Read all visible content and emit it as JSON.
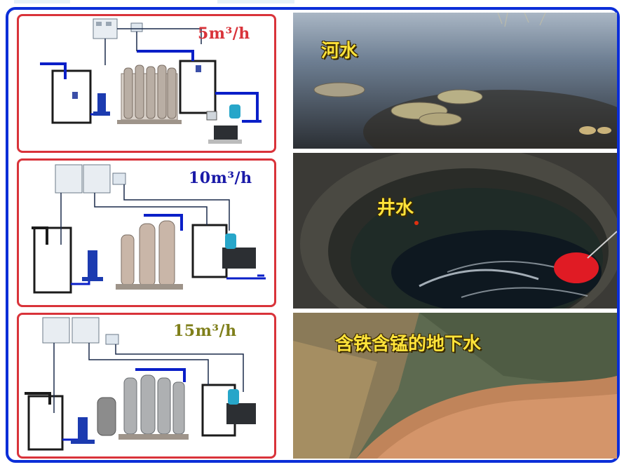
{
  "systems": [
    {
      "capacity": "5m³/h",
      "color": "#d9333a"
    },
    {
      "capacity": "10m³/h",
      "color": "#1a1aa8"
    },
    {
      "capacity": "15m³/h",
      "color": "#7f7f1a"
    }
  ],
  "sources": [
    {
      "label": "河水"
    },
    {
      "label": "井水"
    },
    {
      "label": "含铁含锰的地下水"
    }
  ],
  "colors": {
    "frame": "#0b2ed8",
    "panel_border": "#d9333a",
    "pipe": "#0a1fc8",
    "label_yellow": "#ffe33a"
  }
}
